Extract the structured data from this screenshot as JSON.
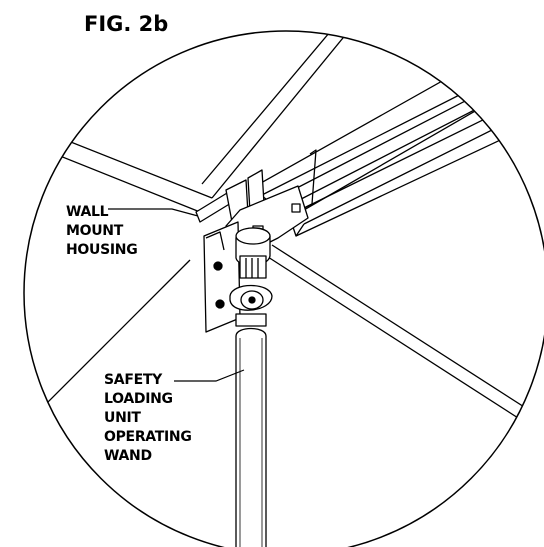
{
  "figure": {
    "title": "FIG. 2b"
  },
  "callouts": {
    "wall_mount_housing": [
      "WALL",
      "MOUNT",
      "HOUSING"
    ],
    "safety_loading_unit_wand": [
      "SAFETY",
      "LOADING",
      "UNIT",
      "OPERATING",
      "WAND"
    ]
  },
  "colors": {
    "line": "#000000",
    "background": "#ffffff",
    "shade": "#d9d9d9"
  }
}
